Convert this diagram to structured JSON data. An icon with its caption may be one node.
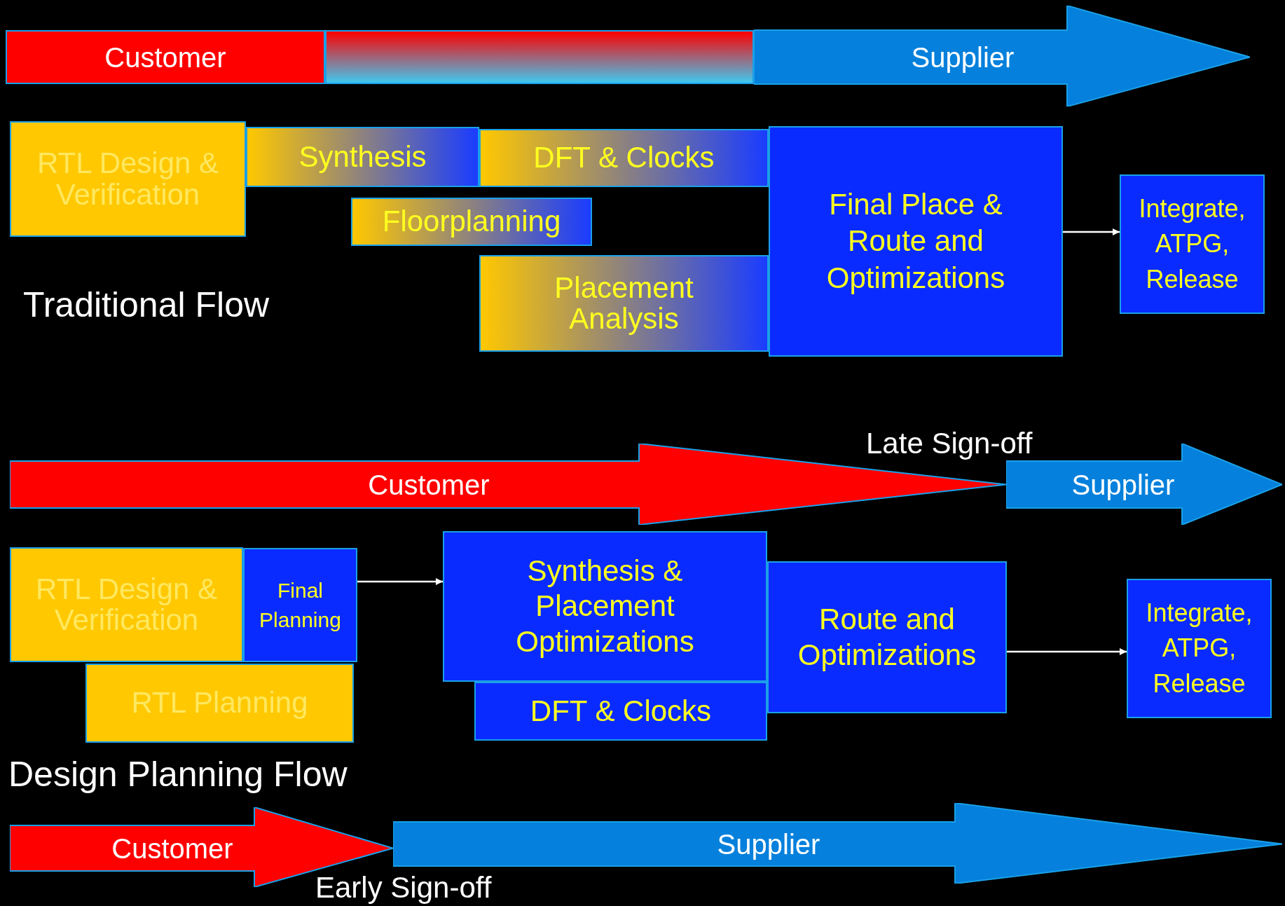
{
  "diagram": {
    "nodes": [
      {
        "text": [
          "Customer"
        ]
      },
      {
        "text": [],
        "shape": "bar"
      },
      {
        "text": [
          "Supplier"
        ]
      },
      {
        "text": [
          "RTL Design & Verification"
        ]
      },
      {
        "text": [
          "Synthesis"
        ]
      },
      {
        "text": [
          "DFT & Clocks"
        ]
      },
      {
        "text": [
          "Floorplanning"
        ]
      },
      {
        "text": [
          "Placement Analysis"
        ]
      },
      {
        "text": [
          "Final Place & Route and Optimizations"
        ]
      },
      {
        "text": [
          "Integrate, ATPG, Release"
        ]
      },
      {
        "text": [
          "Customer"
        ]
      },
      {
        "text": [
          "Supplier"
        ]
      },
      {
        "text": [
          "RTL Design & Verification"
        ]
      },
      {
        "text": [
          "Final Planning"
        ]
      },
      {
        "text": [
          "RTL Planning"
        ]
      },
      {
        "text": [
          "Synthesis & Placement Optimizations"
        ]
      },
      {
        "text": [
          "DFT & Clocks"
        ]
      },
      {
        "text": [
          "Route and Optimizations"
        ]
      },
      {
        "text": [
          "Integrate, ATPG, Release"
        ]
      },
      {
        "text": [
          "Customer"
        ]
      },
      {
        "text": [
          "Supplier"
        ]
      }
    ],
    "edges": [
      {
        "from": 8,
        "to": 9,
        "arrow": "to"
      },
      {
        "from": 13,
        "to": 15,
        "arrow": "to"
      },
      {
        "from": 17,
        "to": 18,
        "arrow": "to"
      }
    ],
    "labels": [
      "Traditional Flow",
      "Late Sign-off",
      "Design Planning Flow",
      "Early Sign-off"
    ]
  }
}
